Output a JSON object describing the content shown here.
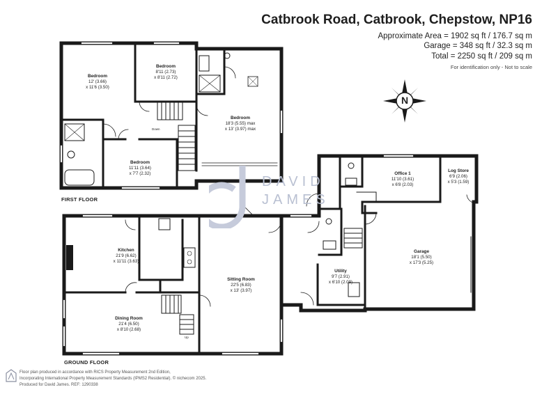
{
  "header": {
    "title": "Catbrook Road, Catbrook, Chepstow, NP16",
    "area": "Approximate Area = 1902 sq ft / 176.7 sq m",
    "garage_area": "Garage = 348 sq ft / 32.3 sq m",
    "total_area": "Total = 2250 sq ft / 209 sq m",
    "note": "For identification only - Not to scale"
  },
  "compass": {
    "letter": "N"
  },
  "watermark": {
    "line1": "DAVID",
    "line2": "JAMES"
  },
  "floors": {
    "first": "FIRST FLOOR",
    "ground": "GROUND FLOOR"
  },
  "rooms": {
    "bedroom1": {
      "name": "Bedroom",
      "dim1": "12' (3.66)",
      "dim2": "x 11'6 (3.50)"
    },
    "bedroom2": {
      "name": "Bedroom",
      "dim1": "8'11 (2.73)",
      "dim2": "x 8'11 (2.72)"
    },
    "bedroom3": {
      "name": "Bedroom",
      "dim1": "18'3 (5.55) max",
      "dim2": "x 13' (3.97) max"
    },
    "bedroom4": {
      "name": "Bedroom",
      "dim1": "11'11 (3.64)",
      "dim2": "x 7'7 (2.32)"
    },
    "office": {
      "name": "Office 1",
      "dim1": "11'10 (3.61)",
      "dim2": "x 6'8 (2.03)"
    },
    "logstore": {
      "name": "Log Store",
      "dim1": "6'9 (2.06)",
      "dim2": "x 5'3 (1.59)"
    },
    "kitchen": {
      "name": "Kitchen",
      "dim1": "21'9 (6.62)",
      "dim2": "x 11'11 (3.63)"
    },
    "sitting": {
      "name": "Sitting Room",
      "dim1": "22'5 (6.83)",
      "dim2": "x 13' (3.97)"
    },
    "dining": {
      "name": "Dining Room",
      "dim1": "21'4 (6.50)",
      "dim2": "x 8'10 (2.68)"
    },
    "utility": {
      "name": "Utility",
      "dim1": "9'7 (2.91)",
      "dim2": "x 6'10 (2.09)"
    },
    "garage": {
      "name": "Garage",
      "dim1": "18'1 (5.50)",
      "dim2": "x 17'3 (5.25)"
    }
  },
  "labels": {
    "down": "Down",
    "up": "Up"
  },
  "footer": {
    "line1": "Floor plan produced in accordance with RICS Property Measurement 2nd Edition,",
    "line2": "Incorporating International Property Measurement Standards (IPMS2 Residential). © nichecom 2025.",
    "line3": "Produced for David James.   REF: 1290338"
  }
}
